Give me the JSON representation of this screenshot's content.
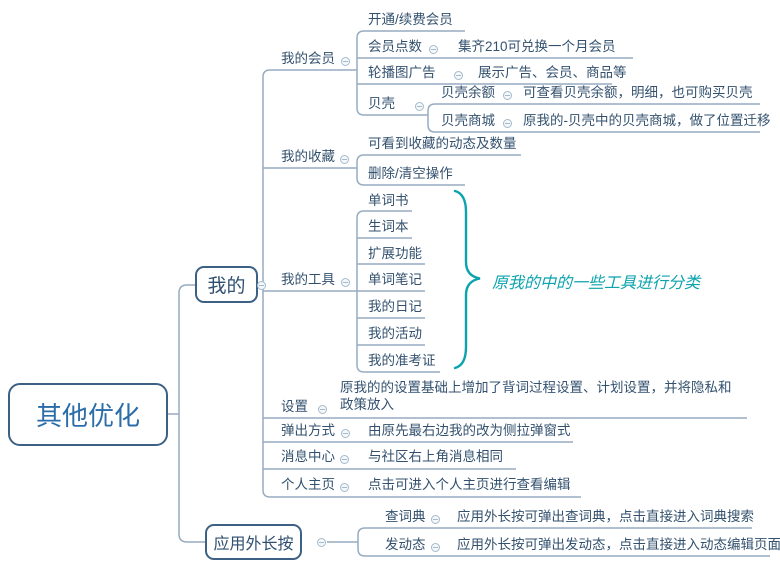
{
  "root": {
    "label": "其他优化"
  },
  "mine": {
    "label": "我的",
    "member": {
      "label": "我的会员",
      "open_renew": {
        "label": "开通/续费会员"
      },
      "points": {
        "label": "会员点数",
        "note": "集齐210可兑换一个月会员"
      },
      "carousel": {
        "label": "轮播图广告",
        "note": "展示广告、会员、商品等"
      },
      "shell": {
        "label": "贝壳",
        "balance": {
          "label": "贝壳余额",
          "note": "可查看贝壳余额，明细，也可购买贝壳"
        },
        "mall": {
          "label": "贝壳商城",
          "note": "原我的-贝壳中的贝壳商城，做了位置迁移"
        }
      }
    },
    "favorites": {
      "label": "我的收藏",
      "view": {
        "label": "可看到收藏的动态及数量"
      },
      "clear": {
        "label": "删除/清空操作"
      }
    },
    "tools": {
      "label": "我的工具",
      "items": [
        "单词书",
        "生词本",
        "扩展功能",
        "单词笔记",
        "我的日记",
        "我的活动",
        "我的准考证"
      ],
      "summary": "原我的中的一些工具进行分类"
    },
    "settings": {
      "label": "设置",
      "note": "原我的的设置基础上增加了背词过程设置、计划设置，并将隐私和政策放入"
    },
    "popup": {
      "label": "弹出方式",
      "note": "由原先最右边我的改为侧拉弹窗式"
    },
    "message_center": {
      "label": "消息中心",
      "note": "与社区右上角消息相同"
    },
    "profile": {
      "label": "个人主页",
      "note": "点击可进入个人主页进行查看编辑"
    }
  },
  "longpress": {
    "label": "应用外长按",
    "dictionary": {
      "label": "查词典",
      "note": "应用外长按可弹出查词典，点击直接进入词典搜索"
    },
    "post": {
      "label": "发动态",
      "note": "应用外长按可弹出发动态，点击直接进入动态编辑页面"
    }
  },
  "colors": {
    "line": "#97acc1",
    "text": "#33516e",
    "node_border": "#3d6184",
    "root_text": "#2a6da9",
    "summary_teal": "#0ba3ae"
  }
}
